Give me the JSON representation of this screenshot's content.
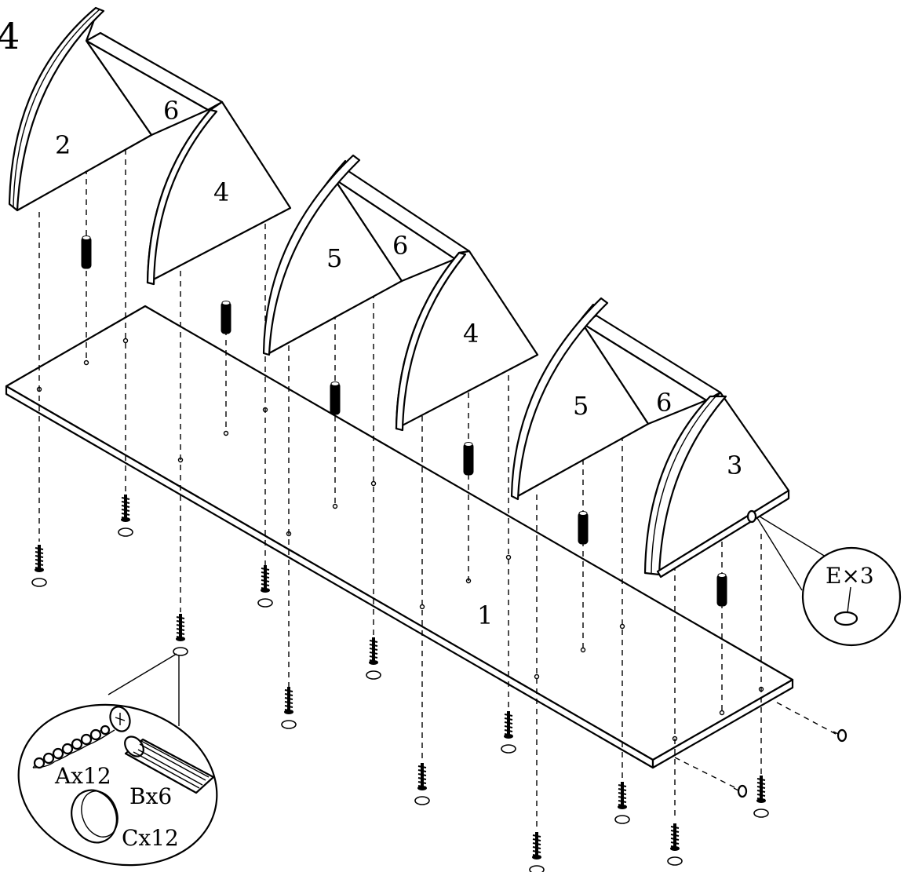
{
  "step_number": "4",
  "part_labels": {
    "board_2": "2",
    "board_6_a": "6",
    "board_4_a": "4",
    "board_5_a": "5",
    "board_6_b": "6",
    "board_4_b": "4",
    "board_5_b": "5",
    "board_6_c": "6",
    "board_3": "3",
    "board_1": "1"
  },
  "hardware": {
    "screws": "Ax12",
    "dowels": "Bx6",
    "caps": "Cx12",
    "nails": "E×3"
  },
  "colors": {
    "ink": "#000000",
    "paper": "#ffffff"
  }
}
